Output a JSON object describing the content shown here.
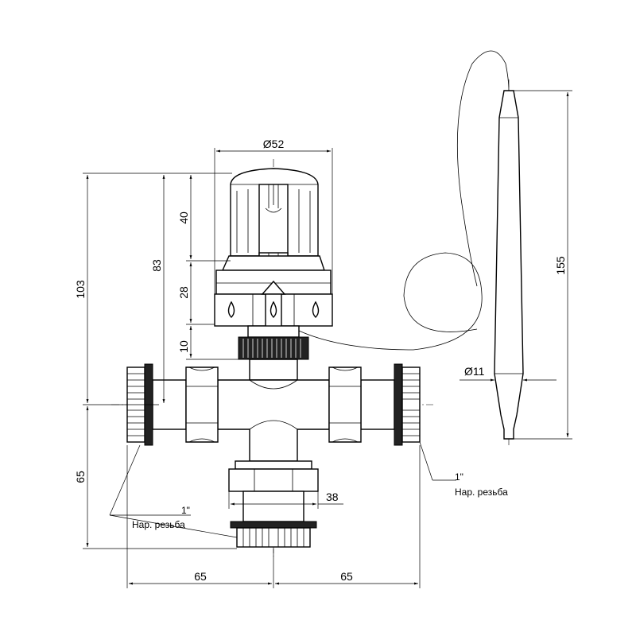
{
  "dimensions": {
    "d_head": "Ø52",
    "h_head": "40",
    "h_83": "83",
    "h_28": "28",
    "h_103": "103",
    "h_10": "10",
    "h_65_left": "65",
    "bottom_38": "38",
    "w_65_left": "65",
    "w_65_right": "65",
    "sensor_length": "155",
    "sensor_diameter": "Ø11"
  },
  "thread_notes": {
    "bottom": {
      "size": "1\"",
      "label": "Нар. резьба"
    },
    "right": {
      "size": "1\"",
      "label": "Нар. резьба"
    }
  }
}
